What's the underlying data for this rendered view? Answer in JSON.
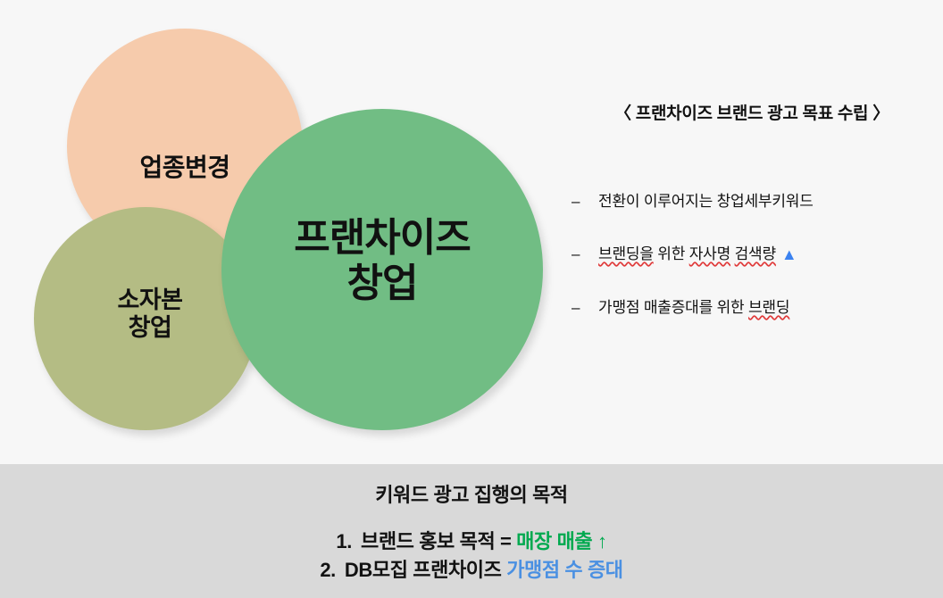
{
  "slide": {
    "background_color": "#f7f7f7",
    "band_background_color": "#d9d9d9"
  },
  "venn": {
    "circles": [
      {
        "id": "peach",
        "label": "업종변경",
        "color": "#f6cbac"
      },
      {
        "id": "olive",
        "label": "소자본\n창업",
        "color": "#b4bc84"
      },
      {
        "id": "green",
        "label": "프랜차이즈\n창업",
        "color": "#71bd84"
      }
    ]
  },
  "right_panel": {
    "title": "〈 프랜차이즈 브랜드 광고 목표 수립 〉",
    "bullets": [
      {
        "marker": "–",
        "segments": [
          {
            "text": "전환이 이루어지는 창업세부키워드",
            "spellcheck": false
          }
        ],
        "trailing_icon": null
      },
      {
        "marker": "–",
        "segments": [
          {
            "text": "브랜딩을",
            "spellcheck": true
          },
          {
            "text": " 위한 ",
            "spellcheck": false
          },
          {
            "text": "자사명",
            "spellcheck": true
          },
          {
            "text": " ",
            "spellcheck": false
          },
          {
            "text": "검색량",
            "spellcheck": true
          }
        ],
        "trailing_icon": "triangle-up-icon",
        "trailing_icon_glyph": "▲",
        "trailing_icon_color": "#3b82f0"
      },
      {
        "marker": "–",
        "segments": [
          {
            "text": "가맹점 매출증대를 위한 ",
            "spellcheck": false
          },
          {
            "text": "브랜딩",
            "spellcheck": true
          }
        ],
        "trailing_icon": null
      }
    ]
  },
  "bottom_band": {
    "title": "키워드 광고 집행의 목적",
    "items": [
      {
        "number": "1.",
        "segments": [
          {
            "text": "브랜드 홍보 목적 = ",
            "color": "#121212"
          },
          {
            "text": "매장 매출 ↑",
            "color": "#00a94f"
          }
        ]
      },
      {
        "number": "2.",
        "segments": [
          {
            "text": "DB모집 프랜차이즈 ",
            "color": "#121212"
          },
          {
            "text": "가맹점 수 증대",
            "color": "#4a90e2"
          }
        ]
      }
    ]
  }
}
